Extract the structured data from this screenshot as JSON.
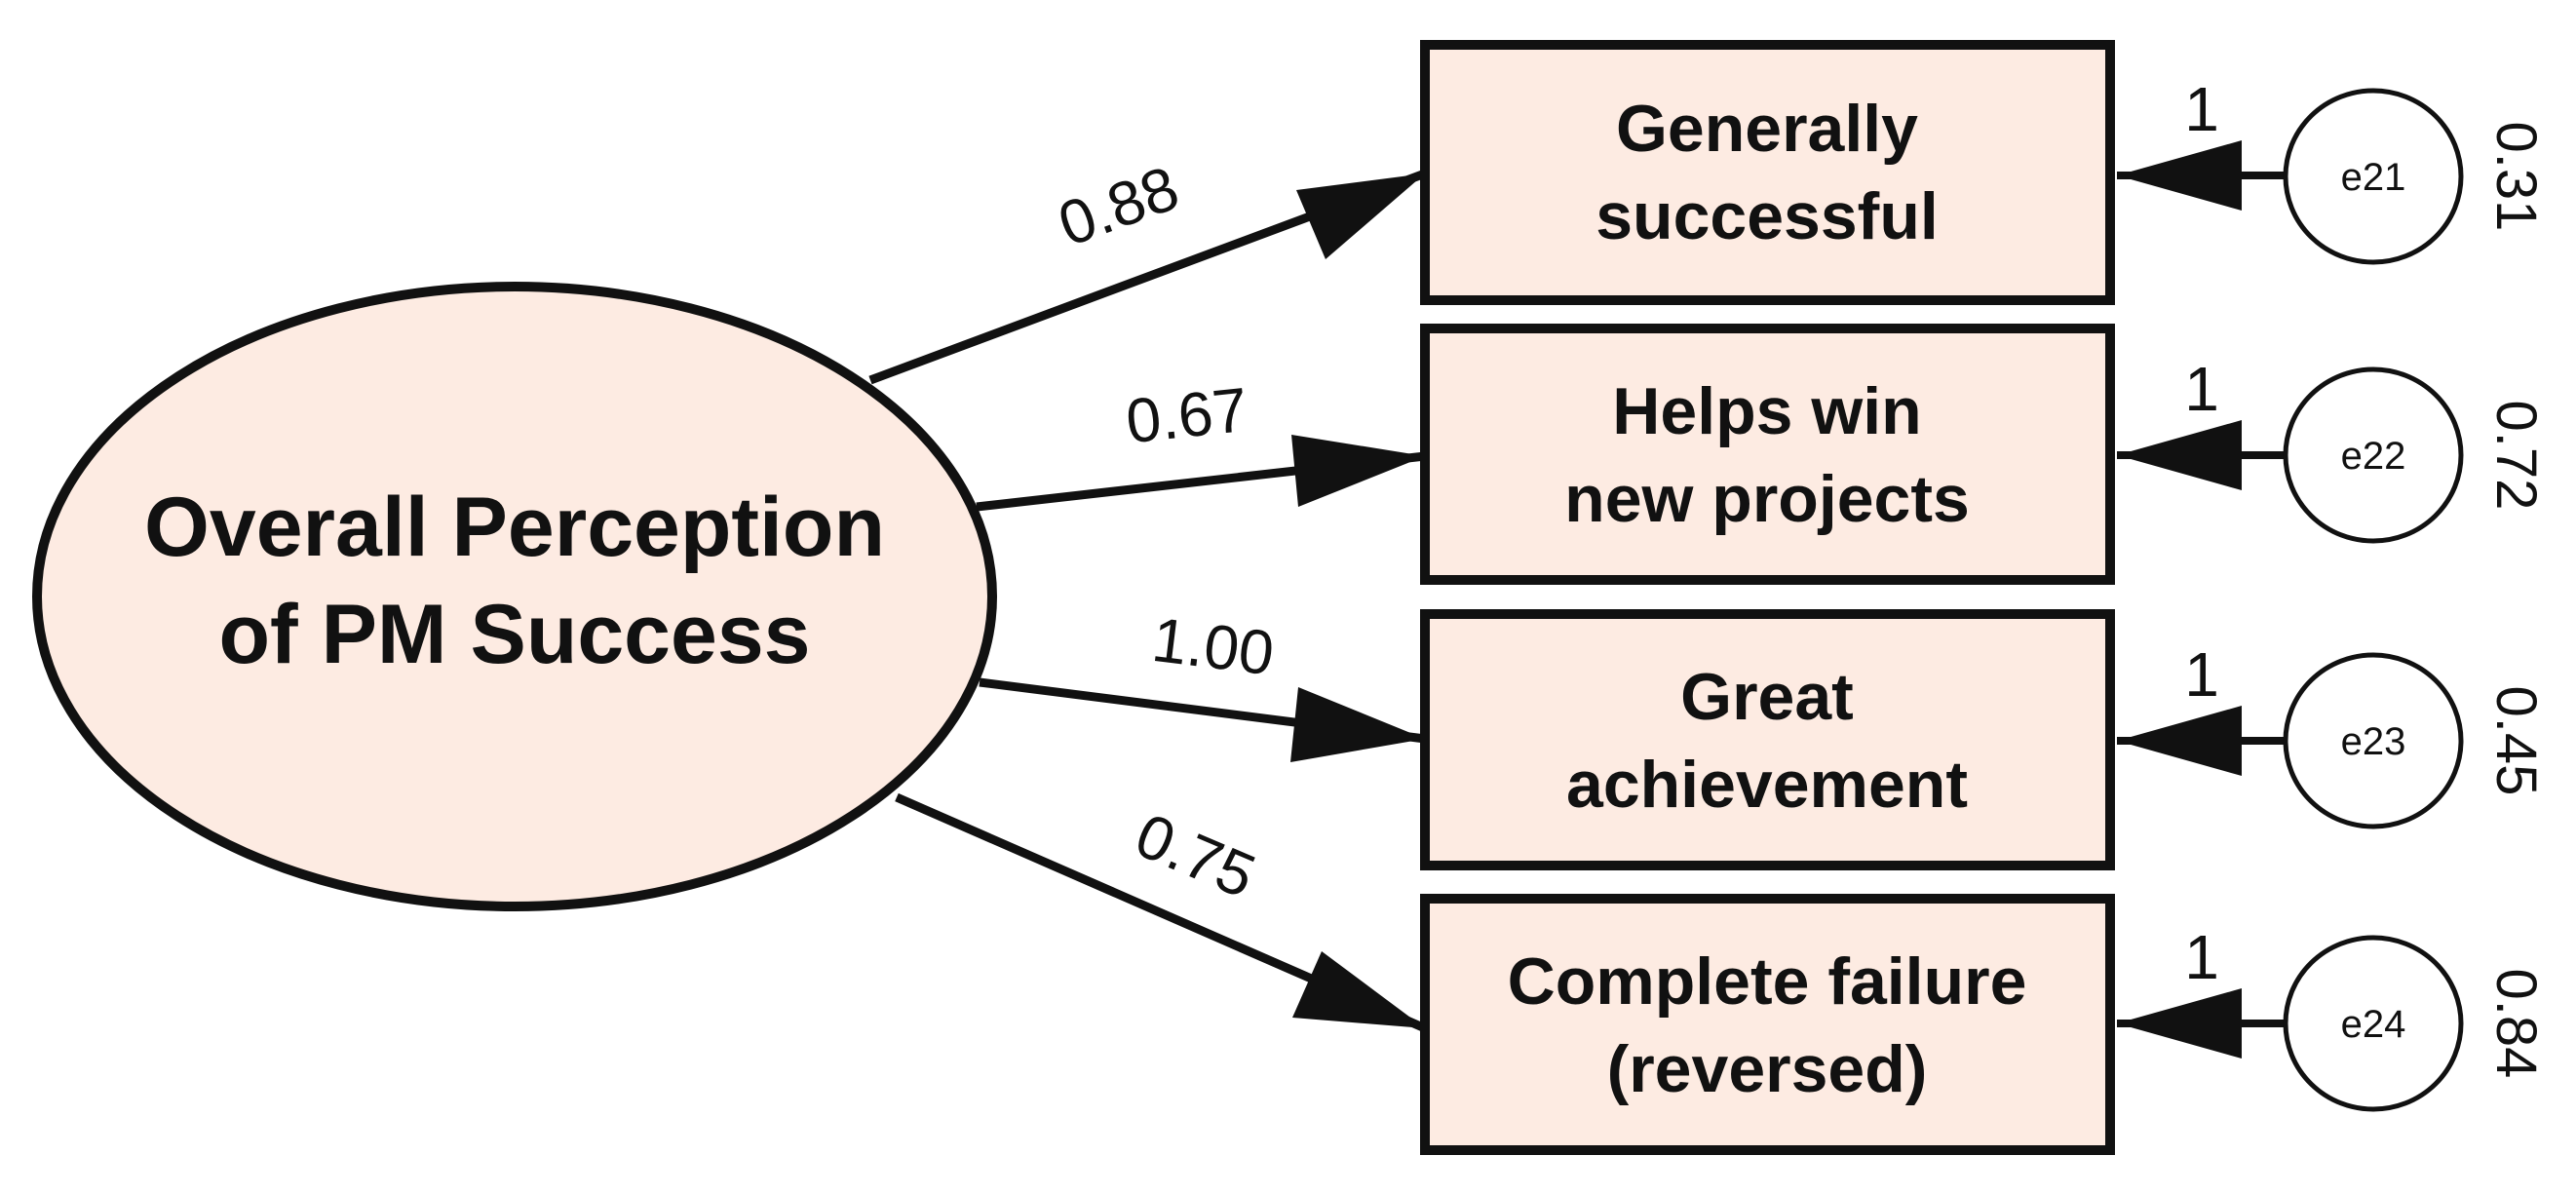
{
  "diagram": {
    "latent": {
      "line1": "Overall Perception",
      "line2": "of PM Success"
    },
    "indicators": [
      {
        "line1": "Generally",
        "line2": "successful",
        "loading": "0.88",
        "fixed_path": "1",
        "error_name": "e21",
        "error_variance": "0.31"
      },
      {
        "line1": "Helps win",
        "line2": "new projects",
        "loading": "0.67",
        "fixed_path": "1",
        "error_name": "e22",
        "error_variance": "0.72"
      },
      {
        "line1": "Great",
        "line2": "achievement",
        "loading": "1.00",
        "fixed_path": "1",
        "error_name": "e23",
        "error_variance": "0.45"
      },
      {
        "line1": "Complete failure",
        "line2": "(reversed)",
        "loading": "0.75",
        "fixed_path": "1",
        "error_name": "e24",
        "error_variance": "0.84"
      }
    ],
    "colors": {
      "node_fill": "#fdebe2",
      "stroke": "#111111",
      "error_fill": "#ffffff"
    }
  }
}
